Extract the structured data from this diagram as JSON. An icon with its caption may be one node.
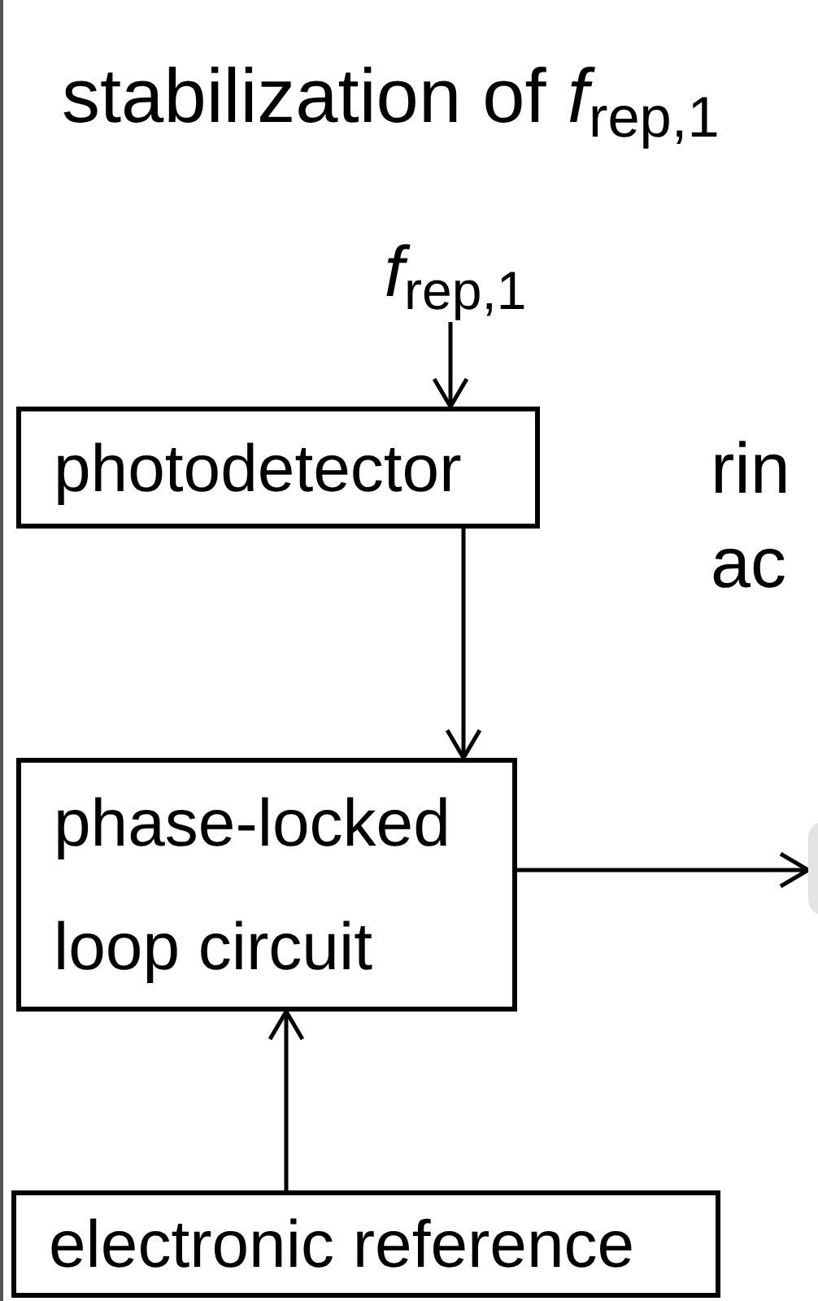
{
  "diagram": {
    "title": "stabilization of *f*$_{rep,1}$",
    "nodes": [
      {
        "text": [
          "photodetector"
        ]
      },
      {
        "text": [
          "phase-locked loop circuit"
        ]
      },
      {
        "text": [
          "electronic reference"
        ]
      },
      {
        "text": [
          "*f*$_{rep,1}$"
        ]
      },
      {
        "text": [],
        "shape": "box"
      }
    ],
    "edges": [
      {
        "from": 3,
        "to": 0,
        "arrow": "to"
      },
      {
        "from": 0,
        "to": 1,
        "arrow": "to"
      },
      {
        "from": 2,
        "to": 1,
        "arrow": "to"
      },
      {
        "from": 1,
        "to": 4,
        "arrow": "to"
      }
    ],
    "labels": [
      "rin",
      "ac"
    ]
  }
}
